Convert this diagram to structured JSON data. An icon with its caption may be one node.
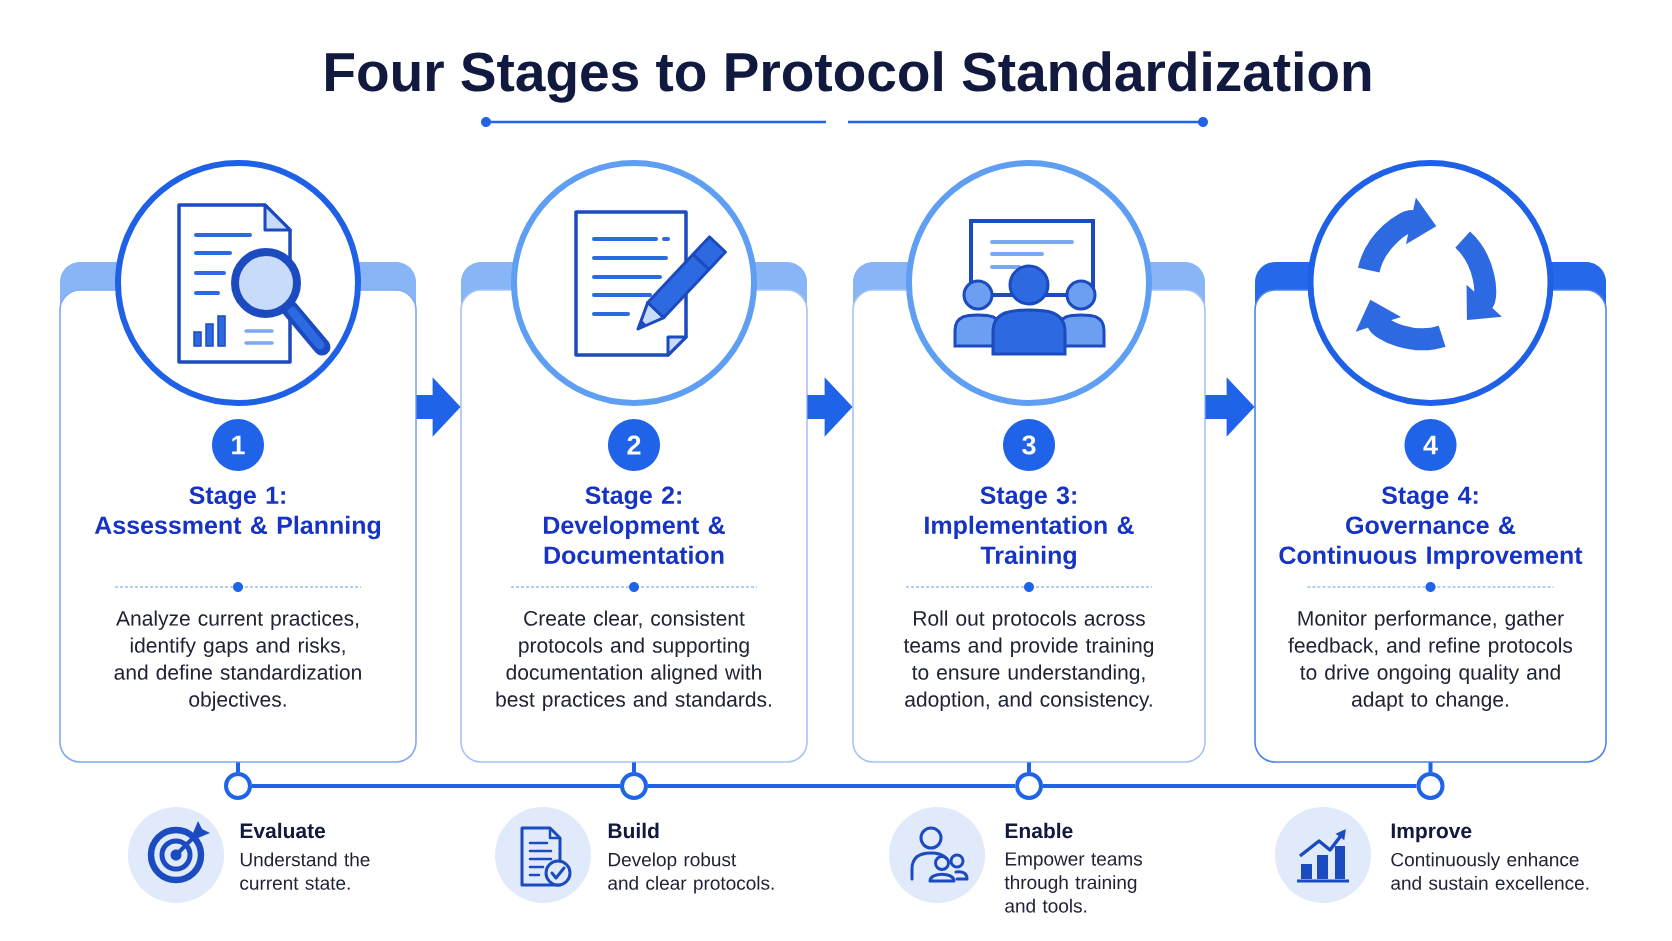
{
  "diagram": {
    "title": "Four Stages to Protocol Standardization",
    "nodes": [
      {
        "text": [
          "Stage 1: Assessment & Planning",
          "Analyze current practices, identify gaps and risks, and define standardization objectives."
        ]
      },
      {
        "text": [
          "1"
        ],
        "in": 0
      },
      {
        "text": [
          "Stage 2: Development & Documentation",
          "Create clear, consistent protocols and supporting documentation aligned with best practices and standards."
        ]
      },
      {
        "text": [
          "2"
        ],
        "in": 2
      },
      {
        "text": [
          "Stage 3: Implementation & Training",
          "Roll out protocols across teams and provide training to ensure understanding, adoption, and consistency."
        ]
      },
      {
        "text": [
          "3"
        ],
        "in": 4
      },
      {
        "text": [
          "Stage 4: Governance & Continuous Improvement",
          "Monitor performance, gather feedback, and refine protocols to drive ongoing quality and adapt to change."
        ]
      },
      {
        "text": [
          "4"
        ],
        "in": 6
      },
      {
        "text": [],
        "shape": "circle",
        "beside": [
          "Evaluate",
          "Understand the current state."
        ]
      },
      {
        "text": [],
        "shape": "circle",
        "beside": [
          "Build",
          "Develop robust and clear protocols."
        ]
      },
      {
        "text": [],
        "shape": "circle",
        "beside": [
          "Enable",
          "Empower teams through training and tools."
        ]
      },
      {
        "text": [],
        "shape": "circle",
        "beside": [
          "Improve",
          "Continuously enhance and sustain excellence."
        ]
      }
    ],
    "edges": [
      {
        "from": 0,
        "to": 2,
        "arrow": "to",
        "style": "thick"
      },
      {
        "from": 2,
        "to": 4,
        "arrow": "to",
        "style": "thick"
      },
      {
        "from": 4,
        "to": 6,
        "arrow": "to",
        "style": "thick"
      },
      {
        "from": 0,
        "to": 8,
        "arrow": "none"
      },
      {
        "from": 2,
        "to": 9,
        "arrow": "none"
      },
      {
        "from": 4,
        "to": 10,
        "arrow": "none"
      },
      {
        "from": 6,
        "to": 11,
        "arrow": "none"
      },
      {
        "from": 8,
        "to": 9,
        "arrow": "none"
      },
      {
        "from": 9,
        "to": 10,
        "arrow": "none"
      },
      {
        "from": 10,
        "to": 11,
        "arrow": "none"
      }
    ]
  }
}
